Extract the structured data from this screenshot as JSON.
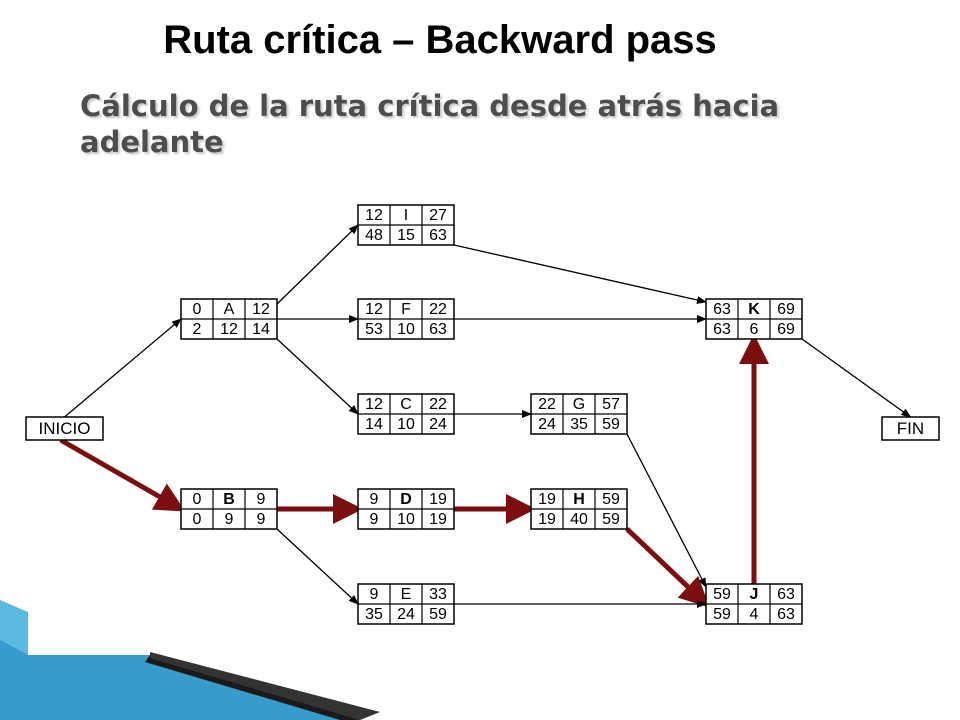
{
  "title": "Ruta crítica – Backward pass",
  "subtitle": "Cálculo de la ruta crítica desde atrás hacia adelante",
  "colors": {
    "critical": "#7b0e0e",
    "normal": "#000000",
    "slide_accent": "#35a3cf"
  },
  "terminals": {
    "start": {
      "label": "INICIO"
    },
    "end": {
      "label": "FIN"
    }
  },
  "nodes": [
    {
      "id": "I",
      "es": "12",
      "name": "I",
      "ef": "27",
      "ls": "48",
      "dur": "15",
      "lf": "63",
      "bold": false
    },
    {
      "id": "A",
      "es": "0",
      "name": "A",
      "ef": "12",
      "ls": "2",
      "dur": "12",
      "lf": "14",
      "bold": false
    },
    {
      "id": "F",
      "es": "12",
      "name": "F",
      "ef": "22",
      "ls": "53",
      "dur": "10",
      "lf": "63",
      "bold": false
    },
    {
      "id": "K",
      "es": "63",
      "name": "K",
      "ef": "69",
      "ls": "63",
      "dur": "6",
      "lf": "69",
      "bold": true
    },
    {
      "id": "C",
      "es": "12",
      "name": "C",
      "ef": "22",
      "ls": "14",
      "dur": "10",
      "lf": "24",
      "bold": false
    },
    {
      "id": "G",
      "es": "22",
      "name": "G",
      "ef": "57",
      "ls": "24",
      "dur": "35",
      "lf": "59",
      "bold": false
    },
    {
      "id": "B",
      "es": "0",
      "name": "B",
      "ef": "9",
      "ls": "0",
      "dur": "9",
      "lf": "9",
      "bold": true
    },
    {
      "id": "D",
      "es": "9",
      "name": "D",
      "ef": "19",
      "ls": "9",
      "dur": "10",
      "lf": "19",
      "bold": true
    },
    {
      "id": "H",
      "es": "19",
      "name": "H",
      "ef": "59",
      "ls": "19",
      "dur": "40",
      "lf": "59",
      "bold": true
    },
    {
      "id": "E",
      "es": "9",
      "name": "E",
      "ef": "33",
      "ls": "35",
      "dur": "24",
      "lf": "59",
      "bold": false
    },
    {
      "id": "J",
      "es": "59",
      "name": "J",
      "ef": "63",
      "ls": "59",
      "dur": "4",
      "lf": "63",
      "bold": true
    }
  ],
  "edges": [
    {
      "from": "INICIO",
      "to": "A",
      "critical": false
    },
    {
      "from": "INICIO",
      "to": "B",
      "critical": true
    },
    {
      "from": "A",
      "to": "I",
      "critical": false
    },
    {
      "from": "A",
      "to": "F",
      "critical": false
    },
    {
      "from": "A",
      "to": "C",
      "critical": false
    },
    {
      "from": "I",
      "to": "K",
      "critical": false
    },
    {
      "from": "F",
      "to": "K",
      "critical": false
    },
    {
      "from": "C",
      "to": "G",
      "critical": false
    },
    {
      "from": "G",
      "to": "J",
      "critical": false
    },
    {
      "from": "B",
      "to": "D",
      "critical": true
    },
    {
      "from": "B",
      "to": "E",
      "critical": false
    },
    {
      "from": "D",
      "to": "H",
      "critical": true
    },
    {
      "from": "H",
      "to": "J",
      "critical": true
    },
    {
      "from": "E",
      "to": "J",
      "critical": false
    },
    {
      "from": "J",
      "to": "K",
      "critical": true
    },
    {
      "from": "K",
      "to": "FIN",
      "critical": false
    }
  ]
}
